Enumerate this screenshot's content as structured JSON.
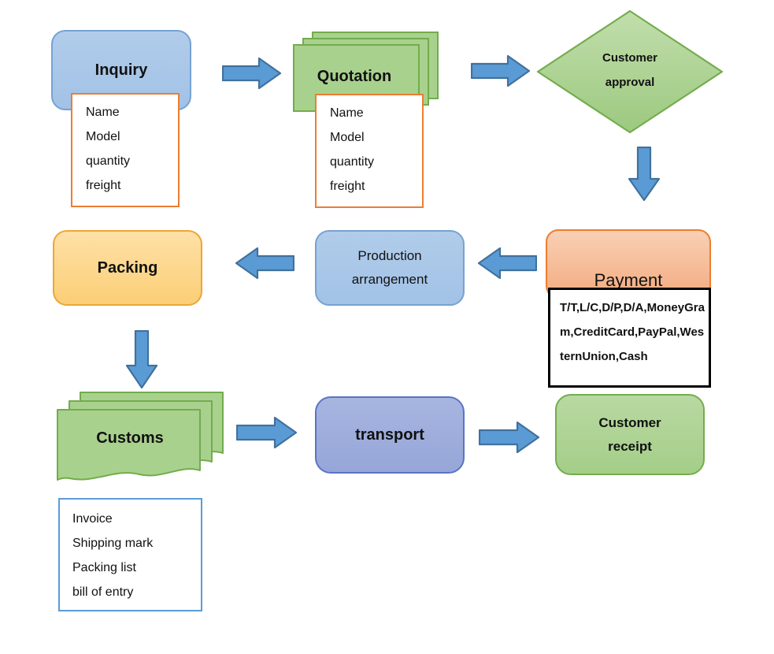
{
  "colors": {
    "arrow_fill": "#5B9BD5",
    "arrow_stroke": "#41719C",
    "blue_node_fill": "#A7C5E8",
    "blue_node_border": "#76A2D3",
    "green_sheet_fill": "#A9D18E",
    "green_border": "#74AD4D",
    "orange_node_fill": "#F4B183",
    "orange_border": "#ED7D31",
    "gold_node_fill": "#FFD966",
    "gold_border": "#EDA636",
    "periwinkle_node_fill": "#9FAEDC",
    "periwinkle_border": "#5B74C4",
    "detail_box_blue_border": "#5B9BD5",
    "detail_box_black_border": "#000000"
  },
  "flowchart": {
    "inquiry": {
      "label": "Inquiry",
      "details": [
        "Name",
        "Model",
        "quantity",
        "freight"
      ]
    },
    "quotation": {
      "label": "Quotation",
      "details": [
        "Name",
        "Model",
        "quantity",
        "freight"
      ]
    },
    "customer_approval": {
      "line1": "Customer",
      "line2": "approval"
    },
    "payment": {
      "label": "Payment",
      "methods": "T/T,L/C,D/P,D/A,MoneyGram,CreditCard,PayPal,WesternUnion,Cash"
    },
    "production_arrangement": {
      "line1": "Production",
      "line2": "arrangement"
    },
    "packing": {
      "label": "Packing"
    },
    "customs": {
      "label": "Customs",
      "details": [
        "Invoice",
        "Shipping mark",
        "Packing list",
        "bill of entry"
      ]
    },
    "transport": {
      "label": "transport"
    },
    "customer_receipt": {
      "line1": "Customer",
      "line2": "receipt"
    }
  }
}
